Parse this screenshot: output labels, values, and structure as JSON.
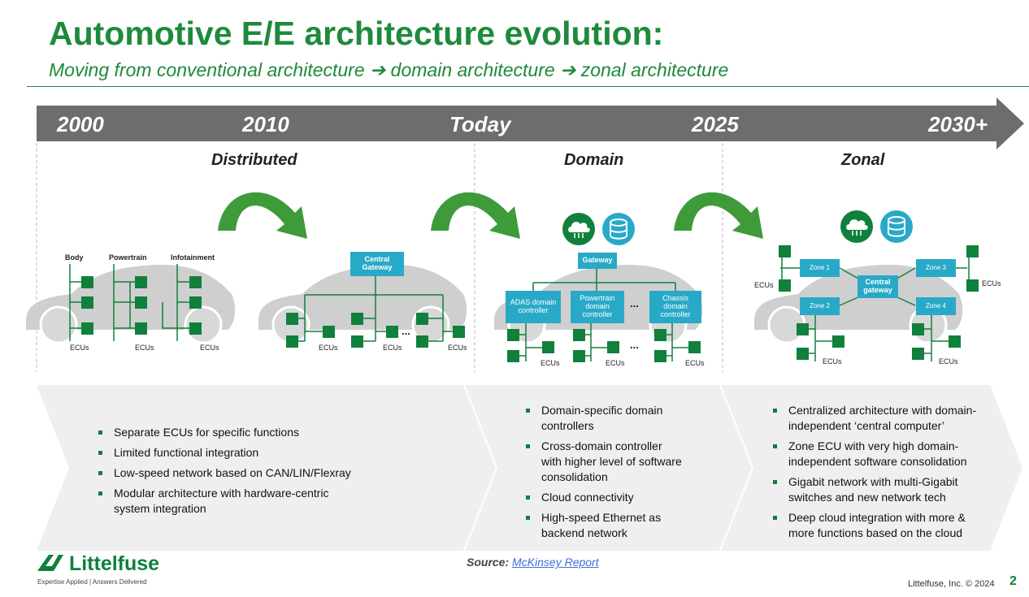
{
  "header": {
    "title": "Automotive E/E architecture evolution:",
    "subtitle": "Moving from conventional architecture ➔ domain architecture ➔ zonal architecture"
  },
  "timeline": [
    "2000",
    "2010",
    "Today",
    "2025",
    "2030+"
  ],
  "eras": [
    "Distributed",
    "Domain",
    "Zonal"
  ],
  "diagram": {
    "body_label": "Body",
    "powertrain_label": "Powertrain",
    "infotainment_label": "Infotainment",
    "ecus_label": "ECUs",
    "central_gateway_label": "Central Gateway",
    "gateway_label": "Gateway",
    "adas_label": "ADAS domain controller",
    "powertrain_dc_label": "Powertrain domain controller",
    "chassis_label": "Chassis domain controller",
    "ellipsis": "...",
    "central_gateway_lower": "Central gateway",
    "zone1": "Zone 1",
    "zone2": "Zone 2",
    "zone3": "Zone 3",
    "zone4": "Zone 4"
  },
  "icons": [
    "cloud-icon",
    "database-icon",
    "curved-arrow-icon"
  ],
  "colors": {
    "brand_green": "#1e8a3c",
    "ecu_green": "#10803c",
    "controller_blue": "#29a9c8",
    "timeline_gray": "#6d6d6d"
  },
  "points": {
    "distributed": [
      "Separate ECUs for specific functions",
      "Limited functional integration",
      "Low-speed network based on CAN/LIN/Flexray",
      "Modular architecture with hardware-centric system integration"
    ],
    "domain": [
      "Domain-specific domain controllers",
      "Cross-domain controller with higher level of software consolidation",
      "Cloud connectivity",
      "High-speed Ethernet as backend network"
    ],
    "zonal": [
      "Centralized architecture with domain-independent ‘central computer’",
      "Zone ECU with very high domain-independent software consolidation",
      "Gigabit network with multi-Gigabit switches and new network tech",
      "Deep cloud integration with more & more functions based on the cloud"
    ]
  },
  "footer": {
    "source_prefix": "Source:",
    "source_link": "McKinsey Report",
    "logo_text": "Littelfuse",
    "tagline": "Expertise Applied | Answers Delivered",
    "copyright": "Littelfuse, Inc. © 2024",
    "page_number": "2"
  }
}
